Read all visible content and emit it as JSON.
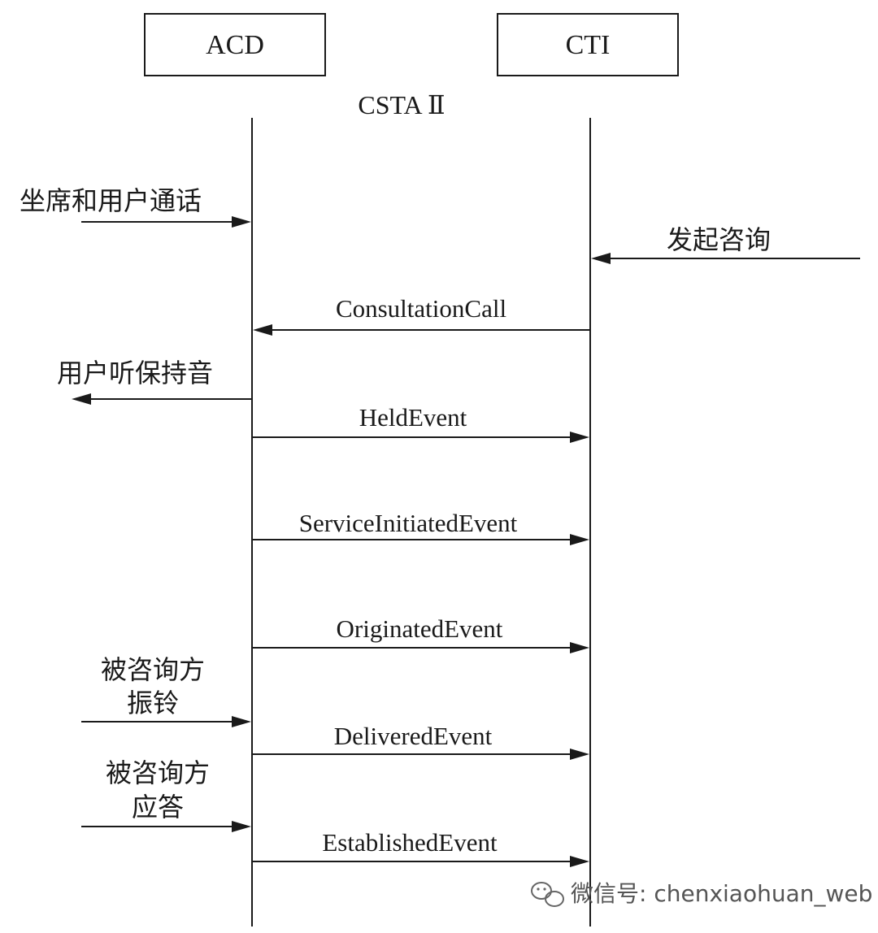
{
  "participants": {
    "acd": "ACD",
    "cti": "CTI"
  },
  "protocol_label": "CSTA Ⅱ",
  "acd_side_notes": {
    "agent_user_call": "坐席和用户通话",
    "user_hold_music": "用户听保持音",
    "consultee_ringing_line1": "被咨询方",
    "consultee_ringing_line2": "振铃",
    "consultee_answer_line1": "被咨询方",
    "consultee_answer_line2": "应答"
  },
  "cti_side_notes": {
    "initiate_consult": "发起咨询"
  },
  "messages": {
    "consultation_call": "ConsultationCall",
    "held_event": "HeldEvent",
    "service_initiated_event": "ServiceInitiatedEvent",
    "originated_event": "OriginatedEvent",
    "delivered_event": "DeliveredEvent",
    "established_event": "EstablishedEvent"
  },
  "watermark": "微信号: chenxiaohuan_web"
}
